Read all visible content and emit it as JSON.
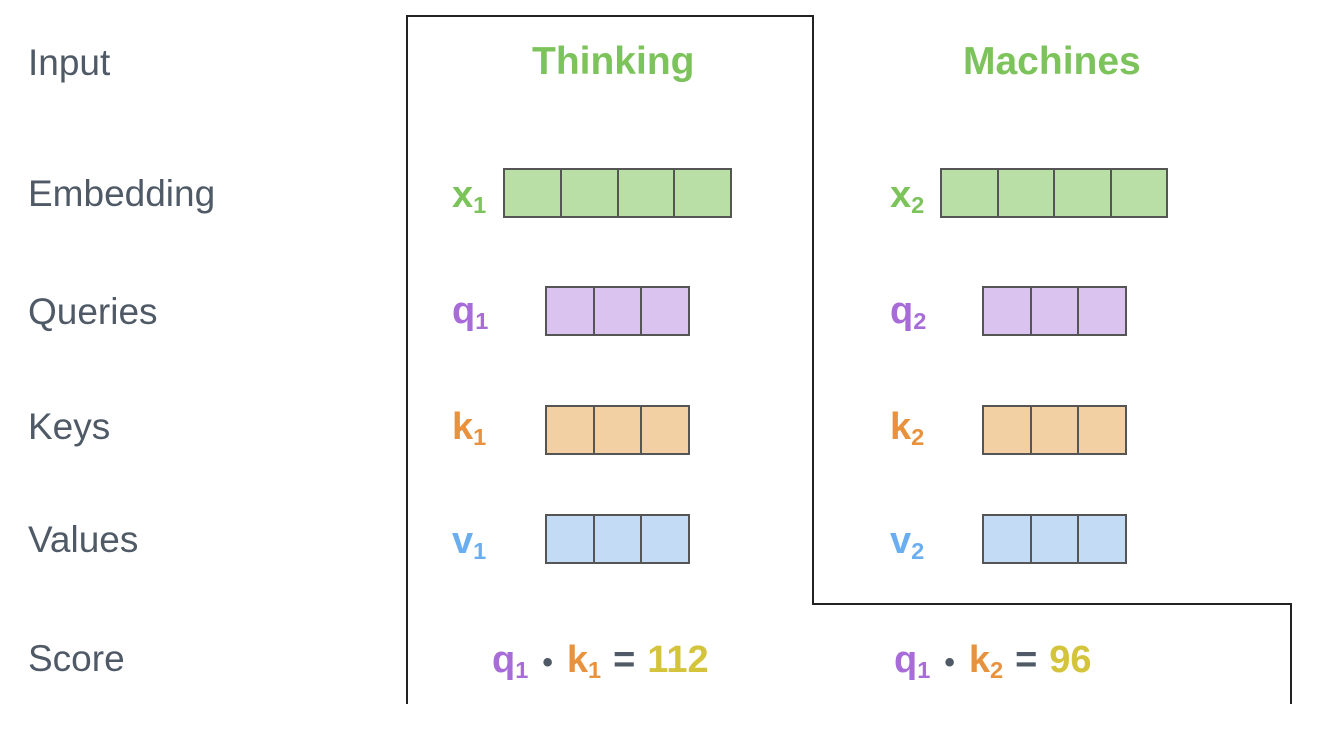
{
  "row_labels": {
    "input": "Input",
    "embedding": "Embedding",
    "queries": "Queries",
    "keys": "Keys",
    "values": "Values",
    "score": "Score"
  },
  "words": {
    "first": "Thinking",
    "second": "Machines"
  },
  "vectors": {
    "x1": {
      "base": "x",
      "sub": "1"
    },
    "x2": {
      "base": "x",
      "sub": "2"
    },
    "q1": {
      "base": "q",
      "sub": "1"
    },
    "q2": {
      "base": "q",
      "sub": "2"
    },
    "k1": {
      "base": "k",
      "sub": "1"
    },
    "k2": {
      "base": "k",
      "sub": "2"
    },
    "v1": {
      "base": "v",
      "sub": "1"
    },
    "v2": {
      "base": "v",
      "sub": "2"
    }
  },
  "embedding_cells": 4,
  "qkv_cells": 3,
  "scores": {
    "first": {
      "q": "q",
      "q_sub": "1",
      "dot": "•",
      "k": "k",
      "k_sub": "1",
      "eq": "=",
      "value": "112"
    },
    "second": {
      "q": "q",
      "q_sub": "1",
      "dot": "•",
      "k": "k",
      "k_sub": "2",
      "eq": "=",
      "value": "96"
    }
  },
  "colors": {
    "word": "#7dc35b",
    "embedding_fill": "#badfa6",
    "embedding_text": "#7dc35b",
    "query_fill": "#dbc3ef",
    "query_text": "#a86cd8",
    "key_fill": "#f3d0a3",
    "key_text": "#e8923e",
    "value_fill": "#c4dbf6",
    "value_text": "#6aaef0",
    "score_value": "#d4c43b",
    "label": "#4f5a66"
  }
}
